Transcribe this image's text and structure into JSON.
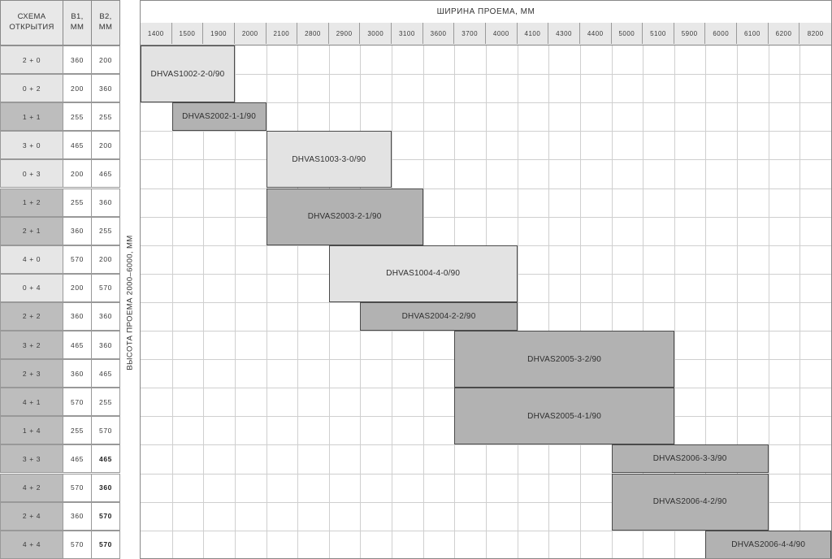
{
  "titles": {
    "x_axis": "ШИРИНА ПРОЕМА, ММ",
    "y_axis": "ВЫСОТА ПРОЕМА 2000–6000, ММ"
  },
  "left_table": {
    "headers": {
      "scheme": "СХЕМА ОТКРЫТИЯ",
      "b1": "B1, ММ",
      "b2": "B2, ММ"
    },
    "rows": [
      {
        "scheme": "2 + 0",
        "b1": "360",
        "b2": "200",
        "shade": "light",
        "b2_bold": false
      },
      {
        "scheme": "0 + 2",
        "b1": "200",
        "b2": "360",
        "shade": "light",
        "b2_bold": false
      },
      {
        "scheme": "1 + 1",
        "b1": "255",
        "b2": "255",
        "shade": "dark",
        "b2_bold": false
      },
      {
        "scheme": "3 + 0",
        "b1": "465",
        "b2": "200",
        "shade": "light",
        "b2_bold": false
      },
      {
        "scheme": "0 + 3",
        "b1": "200",
        "b2": "465",
        "shade": "light",
        "b2_bold": false
      },
      {
        "scheme": "1 + 2",
        "b1": "255",
        "b2": "360",
        "shade": "dark",
        "b2_bold": false
      },
      {
        "scheme": "2 + 1",
        "b1": "360",
        "b2": "255",
        "shade": "dark",
        "b2_bold": false
      },
      {
        "scheme": "4 + 0",
        "b1": "570",
        "b2": "200",
        "shade": "light",
        "b2_bold": false
      },
      {
        "scheme": "0 + 4",
        "b1": "200",
        "b2": "570",
        "shade": "light",
        "b2_bold": false
      },
      {
        "scheme": "2 + 2",
        "b1": "360",
        "b2": "360",
        "shade": "dark",
        "b2_bold": false
      },
      {
        "scheme": "3 + 2",
        "b1": "465",
        "b2": "360",
        "shade": "dark",
        "b2_bold": false
      },
      {
        "scheme": "2 + 3",
        "b1": "360",
        "b2": "465",
        "shade": "dark",
        "b2_bold": false
      },
      {
        "scheme": "4 + 1",
        "b1": "570",
        "b2": "255",
        "shade": "dark",
        "b2_bold": false
      },
      {
        "scheme": "1 + 4",
        "b1": "255",
        "b2": "570",
        "shade": "dark",
        "b2_bold": false
      },
      {
        "scheme": "3 + 3",
        "b1": "465",
        "b2": "465",
        "shade": "dark",
        "b2_bold": true
      },
      {
        "scheme": "4 + 2",
        "b1": "570",
        "b2": "360",
        "shade": "dark",
        "b2_bold": true
      },
      {
        "scheme": "2 + 4",
        "b1": "360",
        "b2": "570",
        "shade": "dark",
        "b2_bold": true
      },
      {
        "scheme": "4 + 4",
        "b1": "570",
        "b2": "570",
        "shade": "dark",
        "b2_bold": true
      }
    ]
  },
  "chart_data": {
    "type": "heatmap",
    "title": "ШИРИНА ПРОЕМА, ММ",
    "xlabel": "ШИРИНА ПРОЕМА, ММ",
    "ylabel": "ВЫСОТА ПРОЕМА 2000–6000, ММ",
    "grid": true,
    "columns": [
      "1400",
      "1500",
      "1900",
      "2000",
      "2100",
      "2800",
      "2900",
      "3000",
      "3100",
      "3600",
      "3700",
      "4000",
      "4100",
      "4300",
      "4400",
      "5000",
      "5100",
      "5900",
      "6000",
      "6100",
      "6200",
      "8200"
    ],
    "row_labels": [
      "2 + 0",
      "0 + 2",
      "1 + 1",
      "3 + 0",
      "0 + 3",
      "1 + 2",
      "2 + 1",
      "4 + 0",
      "0 + 4",
      "2 + 2",
      "3 + 2",
      "2 + 3",
      "4 + 1",
      "1 + 4",
      "3 + 3",
      "4 + 2",
      "2 + 4",
      "4 + 4"
    ],
    "blocks": [
      {
        "label": "DHVAS1002-2-0/90",
        "col_start": 0,
        "col_end": 3,
        "row_start": 0,
        "row_end": 2,
        "tone": "light"
      },
      {
        "label": "DHVAS2002-1-1/90",
        "col_start": 1,
        "col_end": 4,
        "row_start": 2,
        "row_end": 3,
        "tone": "dark"
      },
      {
        "label": "DHVAS1003-3-0/90",
        "col_start": 4,
        "col_end": 8,
        "row_start": 3,
        "row_end": 5,
        "tone": "light"
      },
      {
        "label": "DHVAS2003-2-1/90",
        "col_start": 4,
        "col_end": 9,
        "row_start": 5,
        "row_end": 7,
        "tone": "dark"
      },
      {
        "label": "DHVAS1004-4-0/90",
        "col_start": 6,
        "col_end": 12,
        "row_start": 7,
        "row_end": 9,
        "tone": "light"
      },
      {
        "label": "DHVAS2004-2-2/90",
        "col_start": 7,
        "col_end": 12,
        "row_start": 9,
        "row_end": 10,
        "tone": "dark"
      },
      {
        "label": "DHVAS2005-3-2/90",
        "col_start": 10,
        "col_end": 17,
        "row_start": 10,
        "row_end": 12,
        "tone": "dark"
      },
      {
        "label": "DHVAS2005-4-1/90",
        "col_start": 10,
        "col_end": 17,
        "row_start": 12,
        "row_end": 14,
        "tone": "dark"
      },
      {
        "label": "DHVAS2006-3-3/90",
        "col_start": 15,
        "col_end": 20,
        "row_start": 14,
        "row_end": 15,
        "tone": "dark"
      },
      {
        "label": "DHVAS2006-4-2/90",
        "col_start": 15,
        "col_end": 20,
        "row_start": 15,
        "row_end": 17,
        "tone": "dark"
      },
      {
        "label": "DHVAS2006-4-4/90",
        "col_start": 18,
        "col_end": 22,
        "row_start": 17,
        "row_end": 18,
        "tone": "dark"
      }
    ]
  }
}
